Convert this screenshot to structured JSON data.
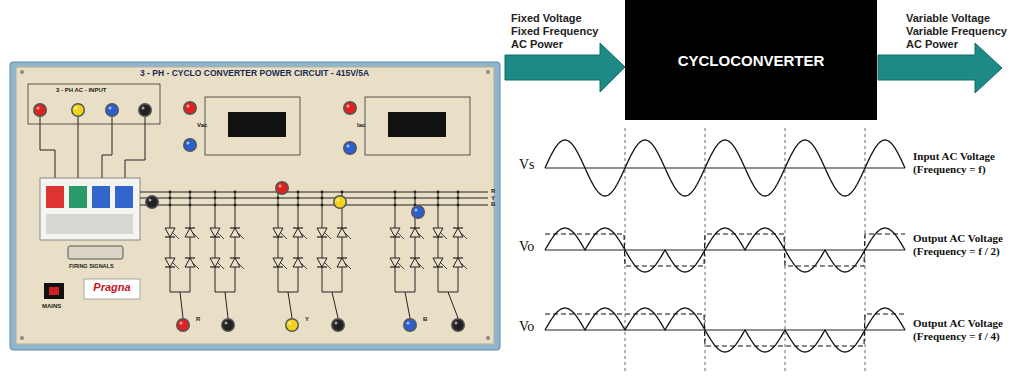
{
  "diagram": {
    "nodes": [
      {
        "text": [
          "CYCLOCONVERTER"
        ]
      }
    ],
    "labels": [
      "3 - PH - CYCLO CONVERTER POWER CIRCUIT - 415V/5A",
      "3 - PH AC - INPUT",
      "Vac",
      "Iac",
      "R",
      "Y",
      "B",
      "R",
      "Y",
      "B",
      "FIRING SIGNALS",
      "MAINS",
      "Pragna",
      "Fixed Voltage Fixed Frequency AC Power",
      "Variable Voltage Variable Frequency AC Power",
      "Vs",
      "Input AC Voltage (Frequency = f)",
      "Vo",
      "Output AC Voltage (Frequency = f / 2)",
      "Vo",
      "Output AC Voltage (Frequency = f / 4)"
    ]
  }
}
